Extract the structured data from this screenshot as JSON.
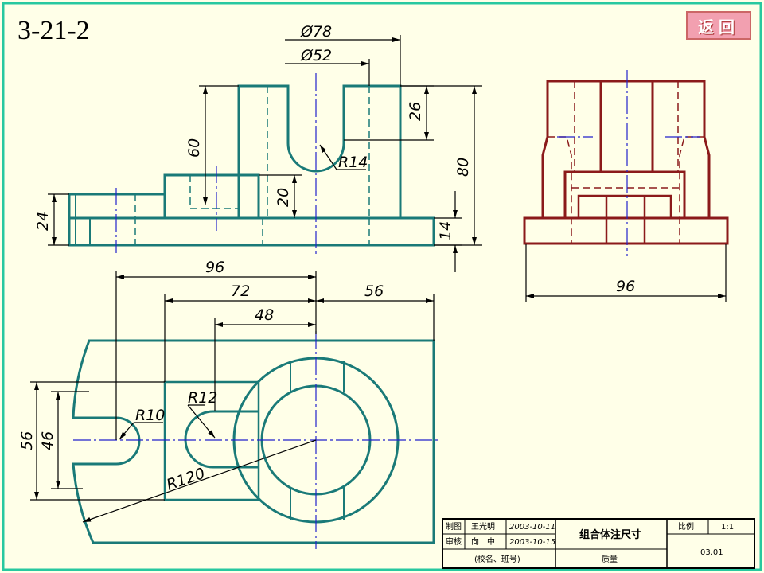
{
  "slide_number": "3-21-2",
  "return_button": {
    "label": "返回"
  },
  "colors": {
    "outline": "#1a7a78",
    "side_view": "#8b1a1a",
    "centerline": "#2222cc",
    "border": "#28c8a0",
    "background": "#ffffe8"
  },
  "front_view": {
    "dims": {
      "d78": "Ø78",
      "d52": "Ø52",
      "h26": "26",
      "h80": "80",
      "h60": "60",
      "h20": "20",
      "r14": "R14",
      "h24": "24",
      "h14": "14"
    }
  },
  "side_view": {
    "dims": {
      "w96": "96"
    }
  },
  "top_view": {
    "dims": {
      "w96": "96",
      "w72": "72",
      "w48": "48",
      "w56": "56",
      "h56": "56",
      "h46": "46",
      "r10": "R10",
      "r12": "R12",
      "r120": "R120"
    }
  },
  "title_block": {
    "drawn_by_label": "制图",
    "drawn_by_name": "王光明",
    "drawn_date": "2003-10-11",
    "checked_by_label": "审核",
    "checked_by_name": "向　中",
    "checked_date": "2003-10-15",
    "school_class": "(校名、班号)",
    "drawing_title": "组合体注尺寸",
    "scale_label": "比例",
    "scale_value": "1:1",
    "mass_label": "质量",
    "drawing_number": "03.01"
  }
}
